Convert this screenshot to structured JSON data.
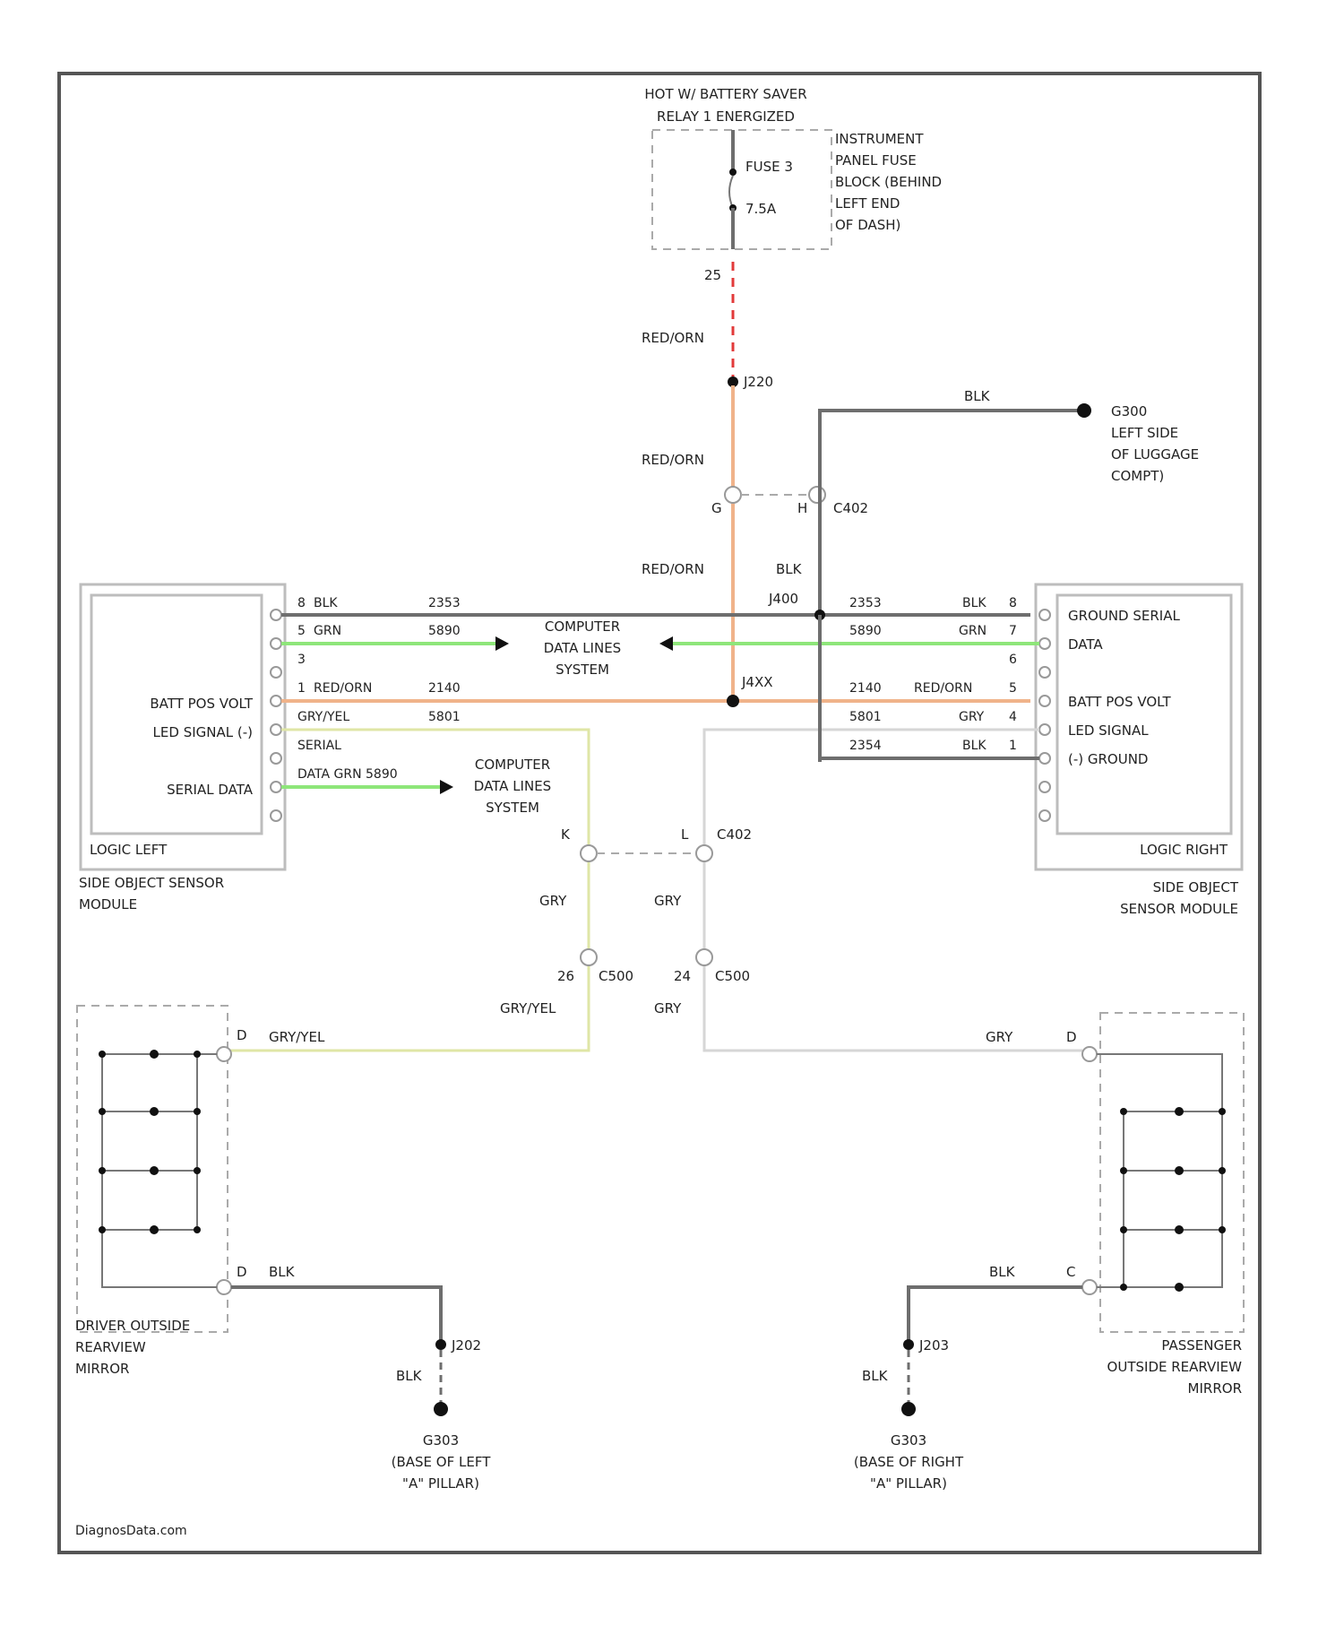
{
  "title": {
    "line1": "HOT W/ BATTERY SAVER",
    "line2": "RELAY 1 ENERGIZED"
  },
  "fuse": {
    "name": "FUSE 3",
    "rating": "7.5A",
    "location": [
      "INSTRUMENT",
      "PANEL FUSE",
      "BLOCK (BEHIND",
      "LEFT END",
      "OF DASH)"
    ],
    "pin": "25"
  },
  "wire_colors": {
    "red_orn": "RED/ORN",
    "blk": "BLK",
    "grn": "GRN",
    "gry": "GRY",
    "gry_yel": "GRY/YEL"
  },
  "splices": {
    "s220": "J220",
    "j400": "J400",
    "j4xx": "J4XX",
    "s202": "J202",
    "s203": "J203"
  },
  "connectors": {
    "c402_top": "C402",
    "c402_top_pin_left": "G",
    "c402_top_pin_right": "H",
    "c402_mid": "C402",
    "c402_mid_pin_left": "K",
    "c402_mid_pin_right": "L",
    "c500_left": "C500",
    "c500_left_pin": "26",
    "c500_right": "C500",
    "c500_right_pin": "24"
  },
  "ground_top": {
    "id": "G300",
    "desc": [
      "LEFT SIDE",
      "OF LUGGAGE",
      "COMPT)"
    ]
  },
  "ground_left": {
    "id": "G303",
    "desc": [
      "(BASE OF LEFT",
      "\"A\" PILLAR)"
    ]
  },
  "ground_right": {
    "id": "G303",
    "desc": [
      "(BASE OF RIGHT",
      "\"A\" PILLAR)"
    ]
  },
  "module_left": {
    "caption": "LOGIC LEFT",
    "name": [
      "SIDE OBJECT SENSOR",
      "MODULE"
    ],
    "labels": [
      "BATT POS VOLT",
      "LED SIGNAL (-)",
      "SERIAL DATA"
    ],
    "wire_rows": [
      {
        "pin": "8",
        "color": "BLK",
        "circuit": "2353"
      },
      {
        "pin": "5",
        "color": "GRN",
        "circuit": "5890"
      },
      {
        "pin": "3",
        "color": "",
        "circuit": ""
      },
      {
        "pin": "1",
        "color": "RED/ORN",
        "circuit": "2140"
      },
      {
        "pin": "",
        "color": "GRY/YEL",
        "circuit": "5801"
      }
    ],
    "serial_label": "SERIAL",
    "serial_data_row": "DATA GRN 5890",
    "data_lines": [
      "COMPUTER",
      "DATA LINES",
      "SYSTEM"
    ]
  },
  "module_right": {
    "caption": "LOGIC RIGHT",
    "name": [
      "SIDE OBJECT",
      "SENSOR MODULE"
    ],
    "labels": [
      "GROUND SERIAL",
      "DATA",
      "BATT POS VOLT",
      "LED SIGNAL",
      "(-) GROUND"
    ],
    "wire_rows": [
      {
        "pin": "8",
        "color": "BLK",
        "circuit": "2353"
      },
      {
        "pin": "7",
        "color": "GRN",
        "circuit": "5890"
      },
      {
        "pin": "6",
        "color": "",
        "circuit": ""
      },
      {
        "pin": "5",
        "color": "RED/ORN",
        "circuit": "2140"
      },
      {
        "pin": "4",
        "color": "GRY",
        "circuit": "5801"
      },
      {
        "pin": "1",
        "color": "BLK",
        "circuit": "2354"
      }
    ],
    "data_lines": [
      "COMPUTER",
      "DATA LINES",
      "SYSTEM"
    ]
  },
  "mirror_left": {
    "name": [
      "DRIVER OUTSIDE",
      "REARVIEW",
      "MIRROR"
    ],
    "pin_top": "D",
    "pin_bottom": "D"
  },
  "mirror_right": {
    "name": [
      "PASSENGER",
      "OUTSIDE REARVIEW",
      "MIRROR"
    ],
    "pin_top": "D",
    "pin_bottom": "C"
  },
  "footer": "DiagnosData.com"
}
